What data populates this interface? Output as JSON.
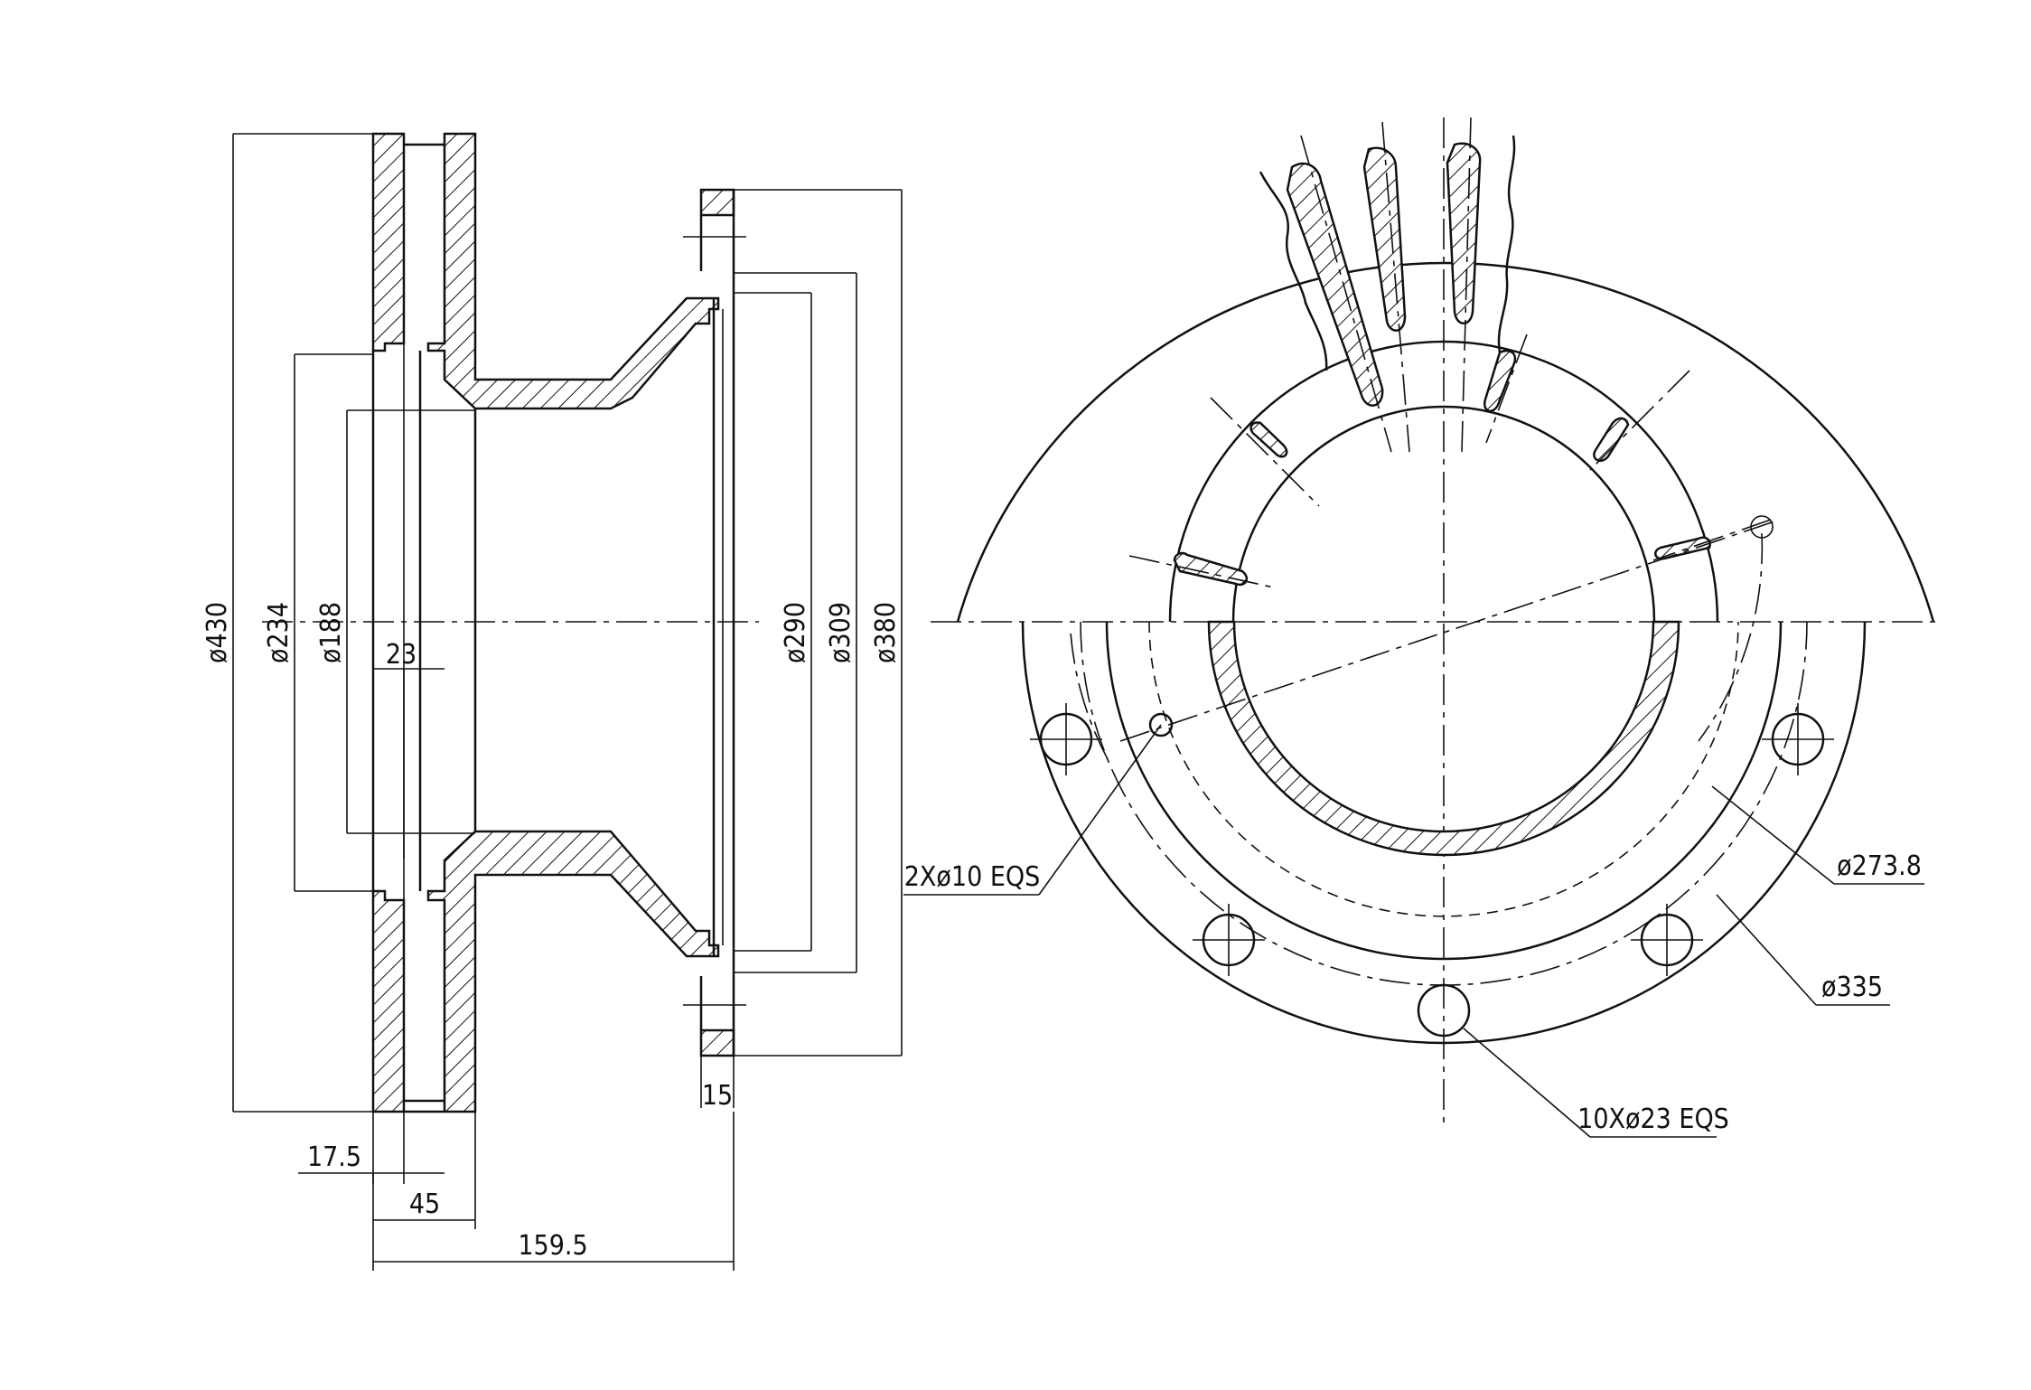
{
  "drawing": {
    "left_view": {
      "d_outer": "ø430",
      "d_hat_outer": "ø234",
      "d_bore_left": "ø188",
      "vent_gap": "23",
      "d_290": "ø290",
      "d_309": "ø309",
      "d_380": "ø380",
      "flange_thk": "15",
      "disc_thk_a": "17.5",
      "disc_thk_b": "45",
      "overall_height": "159.5"
    },
    "right_view": {
      "pilot_holes": "2Xø10 EQS",
      "bolt_holes": "10Xø23 EQS",
      "d_273": "ø273.8",
      "d_335": "ø335"
    }
  }
}
